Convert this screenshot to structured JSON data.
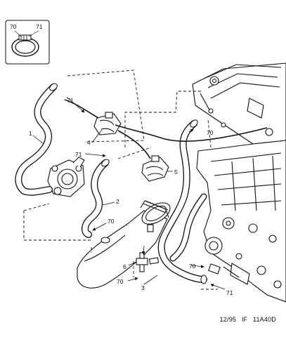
{
  "inset": {
    "labels": [
      "70",
      "71"
    ]
  },
  "callouts": {
    "c1": "1",
    "c2": "2",
    "c3": "3",
    "c4": "4",
    "c5": "5",
    "c6": "6",
    "c71_top": "71",
    "c71_mid": "71",
    "c71_bottom": "71",
    "c70_top": "70",
    "c70_left": "70",
    "c70_right": "70",
    "c70_bottom": "70"
  },
  "footer": {
    "date": "12/95",
    "code1": "IF",
    "code2": "11A40D"
  }
}
